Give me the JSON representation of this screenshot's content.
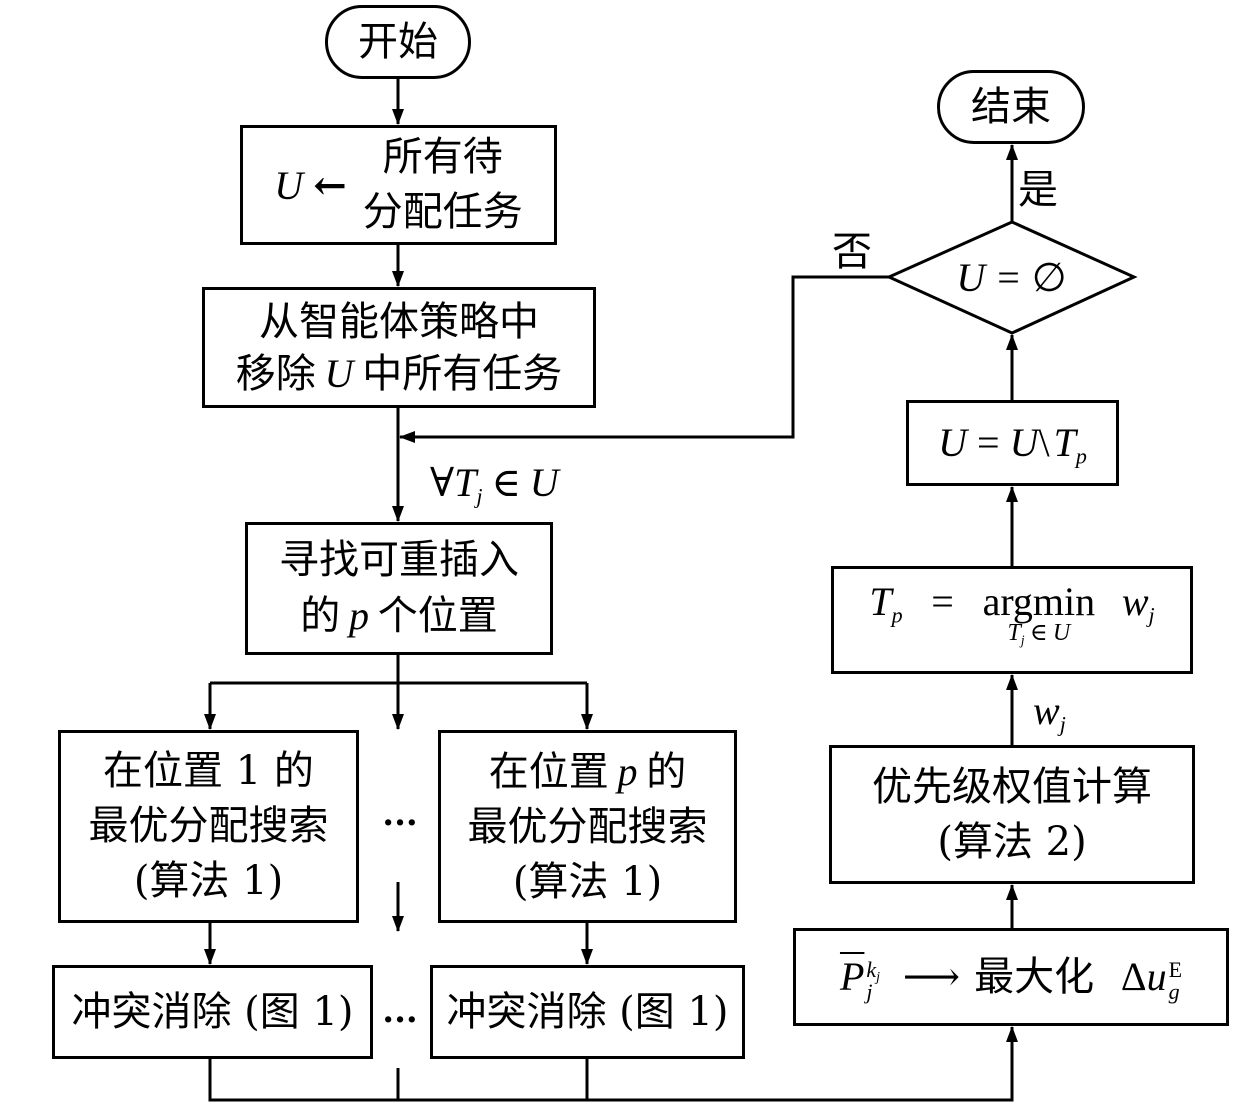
{
  "nodes": {
    "start": {
      "label": "开始"
    },
    "init": {
      "var": "U",
      "arrow": "←",
      "line1": "所有待",
      "line2": "分配任务"
    },
    "remove": {
      "line1": "从智能体策略中",
      "line2_pre": "移除",
      "line2_var": "U",
      "line2_post": "中所有任务"
    },
    "find": {
      "line1": "寻找可重插入",
      "line2_pre": "的",
      "line2_var": "p",
      "line2_post": "个位置"
    },
    "search_1": {
      "line1": "在位置 1 的",
      "line2": "最优分配搜索",
      "line3": "(算法 1)"
    },
    "search_p": {
      "line1_pre": "在位置",
      "line1_var": "p",
      "line1_post": "的",
      "line2": "最优分配搜索",
      "line3": "(算法 1)"
    },
    "conflict_1": {
      "label": "冲突消除 (图 1)"
    },
    "conflict_p": {
      "label": "冲突消除 (图 1)"
    },
    "maximize": {
      "var": "P",
      "sup": "k",
      "sup_sub": "j",
      "sub": "j",
      "arrow": "⟶",
      "text": "最大化",
      "delta": "Δ",
      "var2": "u",
      "sup2": "E",
      "sub2": "g"
    },
    "priority": {
      "line1": "优先级权值计算",
      "line2": "(算法 2)"
    },
    "argmin": {
      "lhs": "T",
      "lhs_sub": "p",
      "eq": "=",
      "op": "argmin",
      "rhs": "w",
      "rhs_sub": "j",
      "under_var": "T",
      "under_sub": "j",
      "under_in": "∈",
      "under_set": "U"
    },
    "update": {
      "lhs": "U",
      "eq": "=",
      "rhs_set": "U",
      "setminus": "\\",
      "rhs_var": "T",
      "rhs_sub": "p"
    },
    "decision": {
      "var": "U",
      "eq": "=",
      "empty": "∅"
    },
    "end": {
      "label": "结束"
    }
  },
  "edge_labels": {
    "loop": {
      "forall": "∀",
      "var": "T",
      "sub": "j",
      "in": "∈",
      "set": "U"
    },
    "weight": {
      "var": "w",
      "sub": "j"
    },
    "yes": "是",
    "no": "否"
  },
  "ellipsis": {
    "middle": "···",
    "bottom": "···"
  }
}
